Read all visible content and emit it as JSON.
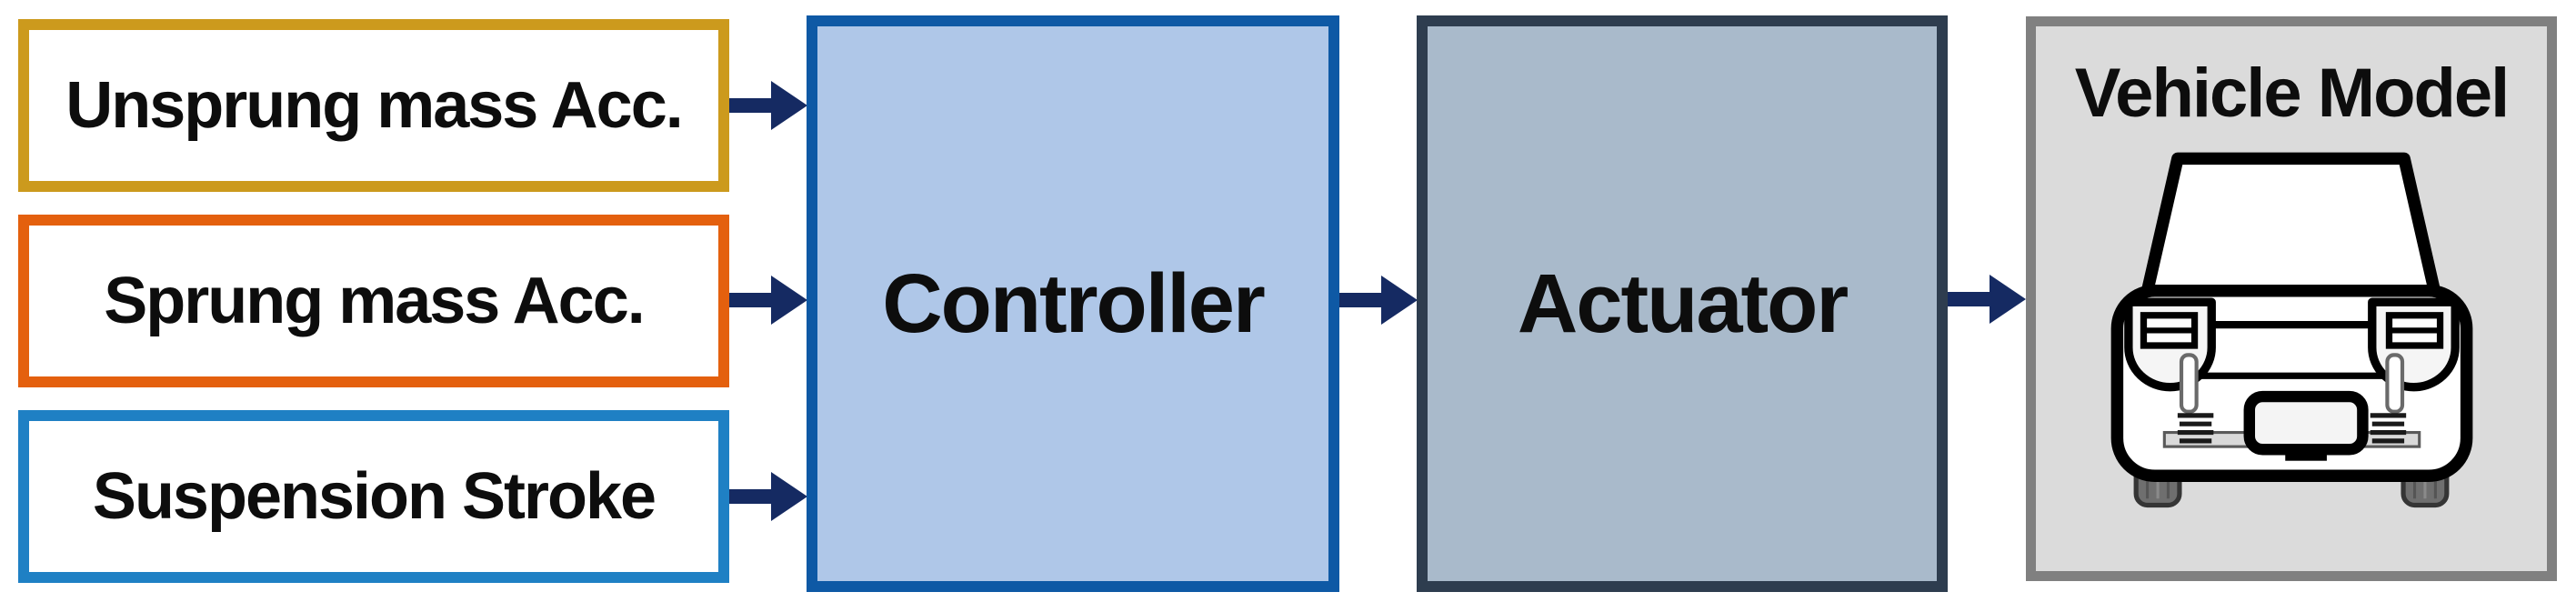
{
  "diagram": {
    "type": "control-system-block-diagram",
    "background_color": "#ffffff",
    "text_color": "#0d0d0d",
    "arrow_color": "#152a62",
    "inputs": [
      {
        "label": "Unsprung mass Acc.",
        "border_color": "#cc9a1d",
        "fill": "#ffffff"
      },
      {
        "label": "Sprung mass Acc.",
        "border_color": "#e4600e",
        "fill": "#ffffff"
      },
      {
        "label": "Suspension Stroke",
        "border_color": "#1f80c4",
        "fill": "#ffffff"
      }
    ],
    "blocks": {
      "controller": {
        "label": "Controller",
        "border_color": "#0e59a5",
        "fill": "#afc7e8"
      },
      "actuator": {
        "label": "Actuator",
        "border_color": "#2e3d4f",
        "fill": "#a9bacb"
      },
      "vehicle": {
        "label": "Vehicle Model",
        "border_color": "#808080",
        "fill": "#dbdbdb",
        "icon": "car-front-view-icon"
      }
    },
    "connections": [
      {
        "from": "Unsprung mass Acc.",
        "to": "Controller"
      },
      {
        "from": "Sprung mass Acc.",
        "to": "Controller"
      },
      {
        "from": "Suspension Stroke",
        "to": "Controller"
      },
      {
        "from": "Controller",
        "to": "Actuator"
      },
      {
        "from": "Actuator",
        "to": "Vehicle Model"
      }
    ]
  }
}
